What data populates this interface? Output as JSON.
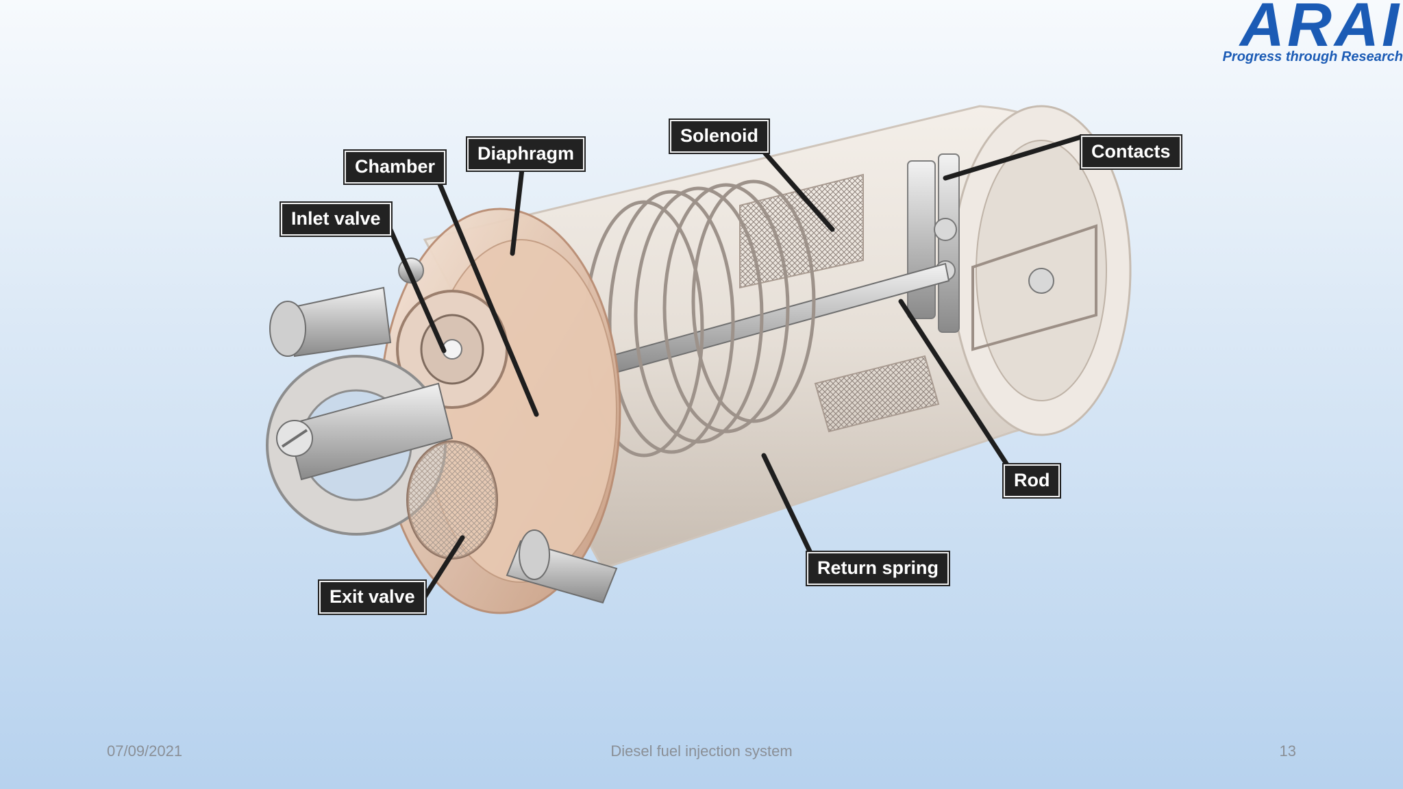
{
  "logo": {
    "name": "ARAI",
    "tagline": "Progress through Research"
  },
  "labels": {
    "inlet_valve": "Inlet valve",
    "chamber": "Chamber",
    "diaphragm": "Diaphragm",
    "solenoid": "Solenoid",
    "contacts": "Contacts",
    "rod": "Rod",
    "return_spring": "Return spring",
    "exit_valve": "Exit valve"
  },
  "footer": {
    "date": "07/09/2021",
    "title": "Diesel fuel injection system",
    "page": "13"
  },
  "colors": {
    "brand": "#1b5bb5",
    "callout_bg": "#222222",
    "background_top": "#f7fafd",
    "background_bottom": "#b7d2ee"
  }
}
